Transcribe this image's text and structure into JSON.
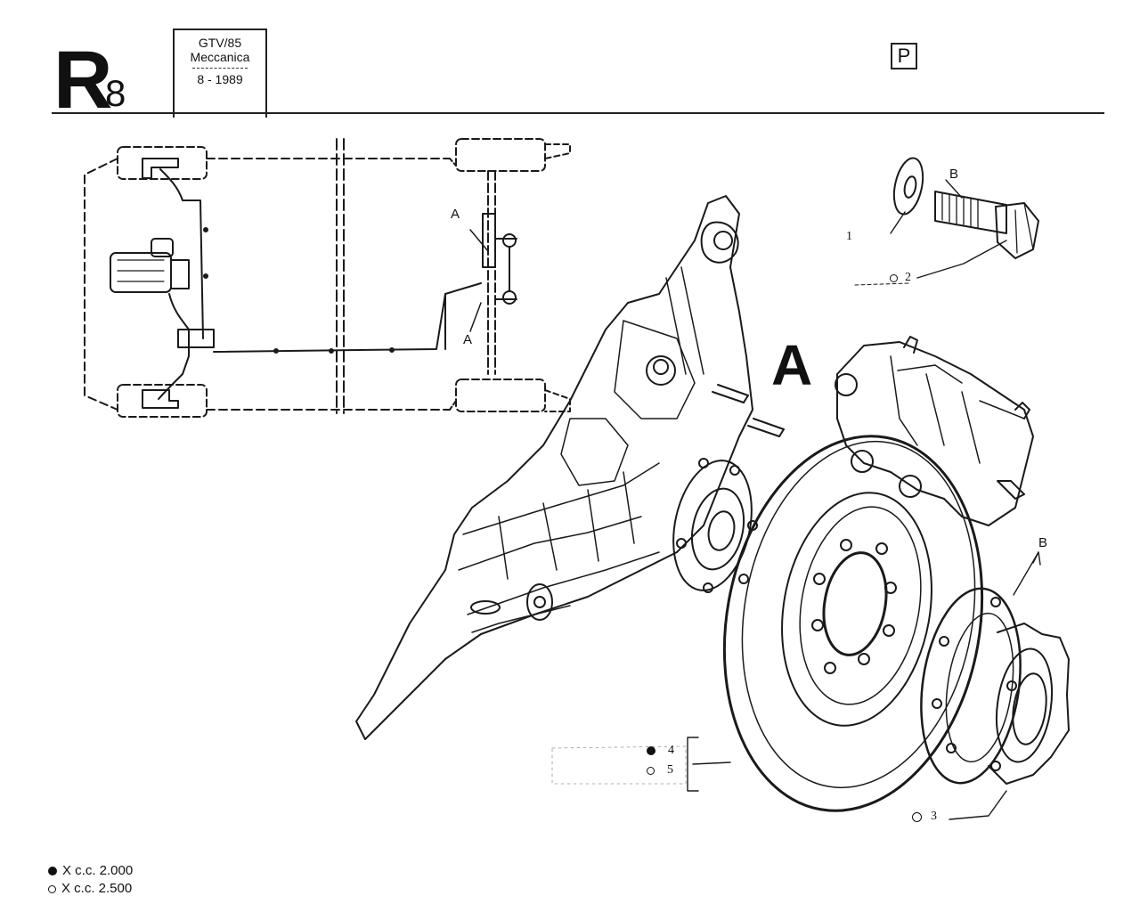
{
  "header": {
    "code_letter": "R",
    "code_number": "8",
    "model": "GTV/85",
    "group": "Meccanica",
    "date": "8 - 1989",
    "p_marker": "P"
  },
  "diagram": {
    "section_label": "A",
    "overview_labels": [
      "A",
      "A"
    ],
    "callouts": [
      {
        "number": "1",
        "symbol": ""
      },
      {
        "number": "2",
        "symbol": "open"
      },
      {
        "number": "3",
        "symbol": "open"
      },
      {
        "number": "4",
        "symbol": "filled"
      },
      {
        "number": "5",
        "symbol": "open"
      }
    ],
    "detail_letters": [
      "B",
      "B"
    ]
  },
  "legend": [
    {
      "symbol": "filled",
      "text": "X c.c. 2.000"
    },
    {
      "symbol": "open",
      "text": "X c.c. 2.500"
    }
  ]
}
